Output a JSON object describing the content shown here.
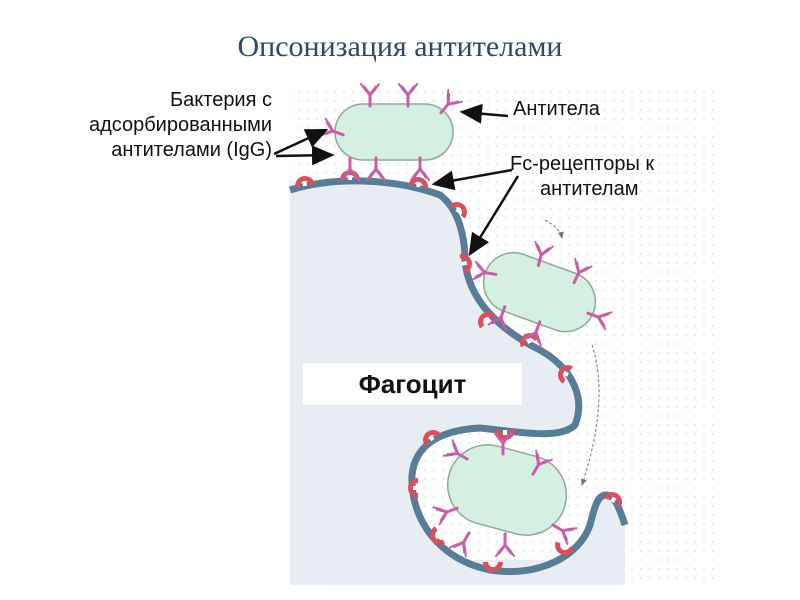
{
  "title": "Опсонизация антителами",
  "labels": {
    "bacteria": [
      "Бактерия с",
      "адсорбированными",
      "антителами (IgG)"
    ],
    "antibodies": "Антитела",
    "fc_receptors": [
      "Fc-рецепторы к",
      "антителам"
    ],
    "phagocyte": "Фагоцит"
  },
  "colors": {
    "title": "#2c4a6a",
    "membrane": "#5a7d97",
    "cytoplasm": "#e7edf3",
    "bacteria_fill": "#d5efe3",
    "bacteria_stroke": "#8fa89a",
    "antibody": "#c85fa6",
    "receptor": "#d9505a"
  }
}
